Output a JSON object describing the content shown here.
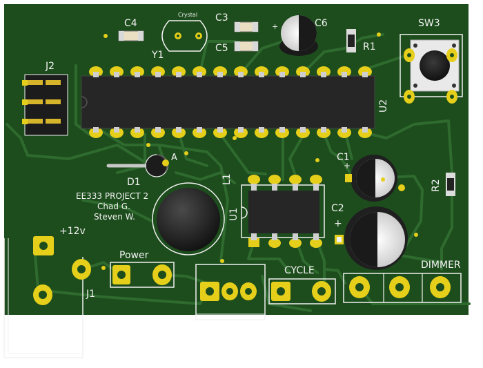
{
  "board": {
    "title_lines": [
      "EE333 PROJECT 2",
      "Chad G.",
      "Steven W."
    ]
  },
  "refs": {
    "c4": "C4",
    "crystal": "Crystal",
    "c3": "C3",
    "c5": "C5",
    "c6": "C6",
    "r1": "R1",
    "sw3": "SW3",
    "y1": "Y1",
    "j2": "J2",
    "u2": "U2",
    "d1": "D1",
    "a": "A",
    "l1": "L1",
    "u1": "U1",
    "c1": "C1",
    "c2": "C2",
    "r2": "R2",
    "j1": "J1",
    "plus12v": "+12v",
    "power": "Power",
    "cycle": "CYCLE",
    "dimmer": "DIMMER",
    "plus_c1": "+",
    "plus_c2": "+",
    "plus_c6": "+"
  },
  "colors": {
    "board": "#1d4d1d",
    "trace": "#2f6a2f",
    "pad": "#e6cf1a",
    "silk": "#f2f2f2",
    "ic_body": "#262626",
    "background": "#ffffff"
  }
}
